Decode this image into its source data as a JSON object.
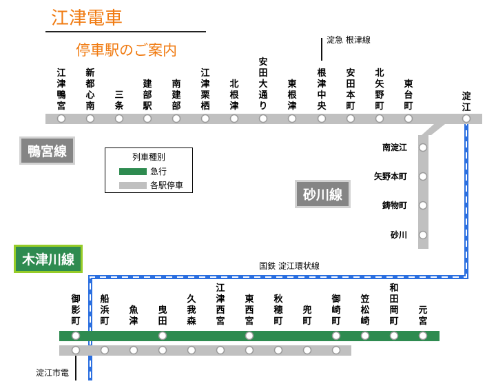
{
  "header": {
    "title": "江津電車",
    "subtitle": "停車駅のご案内"
  },
  "lines": {
    "kamomiya": {
      "label": "鴨宮線"
    },
    "sunagawa": {
      "label": "砂川線"
    },
    "kitsugawa": {
      "label": "木津川線"
    },
    "yodogawa_loop": {
      "label": "国鉄 淀江環状線"
    },
    "odakyu_transfer": {
      "label": "淀急 根津線"
    },
    "shiden_transfer": {
      "label": "淀江市電"
    }
  },
  "legend": {
    "title": "列車種別",
    "items": [
      {
        "label": "急行",
        "color": "#2e8b50"
      },
      {
        "label": "各駅停車",
        "color": "#c0c0c0"
      }
    ]
  },
  "colors": {
    "local": "#c0c0c0",
    "express": "#2e8b50",
    "loop": "#2b6fe0",
    "title": "#f07b12"
  },
  "top_stations": [
    {
      "name": "江津鴨宮"
    },
    {
      "name": "新都心南"
    },
    {
      "name": "三条"
    },
    {
      "name": "建部駅"
    },
    {
      "name": "南建部"
    },
    {
      "name": "江津栗栖"
    },
    {
      "name": "北根津"
    },
    {
      "name": "安田大通り"
    },
    {
      "name": "東根津"
    },
    {
      "name": "根津中央"
    },
    {
      "name": "安田本町"
    },
    {
      "name": "北矢野町"
    },
    {
      "name": "東台町"
    },
    {
      "name": "淀江"
    }
  ],
  "branch_stations": [
    {
      "name": "南淀江"
    },
    {
      "name": "矢野本町"
    },
    {
      "name": "鋳物町"
    },
    {
      "name": "砂川"
    }
  ],
  "bottom_stations": [
    {
      "name": "御影町",
      "express": true
    },
    {
      "name": "船浜町",
      "express": false
    },
    {
      "name": "魚津",
      "express": false
    },
    {
      "name": "曳田",
      "express": true
    },
    {
      "name": "久我森",
      "express": false
    },
    {
      "name": "江津西宮",
      "express": false
    },
    {
      "name": "東西宮",
      "express": true
    },
    {
      "name": "秋穂町",
      "express": false
    },
    {
      "name": "兜町",
      "express": false
    },
    {
      "name": "御崎町",
      "express": true
    },
    {
      "name": "笠松崎",
      "express": true
    },
    {
      "name": "和田岡町",
      "express": true
    },
    {
      "name": "元宮",
      "express": true
    }
  ]
}
